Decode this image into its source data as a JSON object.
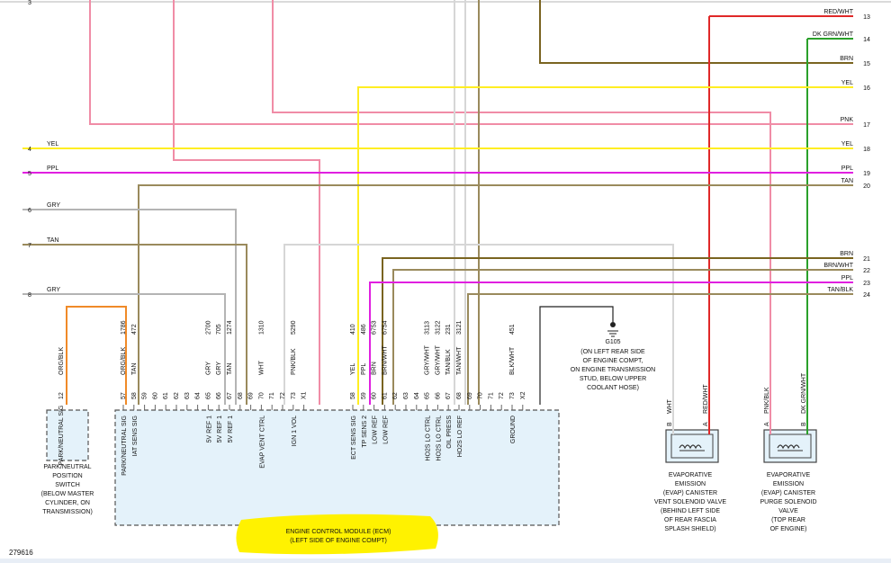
{
  "doc_number": "279616",
  "colors": {
    "yel": "#ffee22",
    "ppl": "#e020e0",
    "pnk": "#f08ca6",
    "tan": "#9a8a5c",
    "brn": "#7a6420",
    "gry": "#b4b4b4",
    "wht": "#d6d6d6",
    "red": "#e02828",
    "dkgrn": "#2aa02a",
    "org": "#f08a28",
    "blk": "#222222",
    "ecm_fill": "#e4f2fa",
    "highlight": "#fff200"
  },
  "left_circuits": [
    {
      "num": "3",
      "label": ""
    },
    {
      "num": "4",
      "label": "YEL"
    },
    {
      "num": "5",
      "label": "PPL"
    },
    {
      "num": "6",
      "label": "GRY"
    },
    {
      "num": "7",
      "label": "TAN"
    },
    {
      "num": "8",
      "label": "GRY"
    }
  ],
  "right_circuits": [
    {
      "num": "13",
      "label": "RED/WHT"
    },
    {
      "num": "14",
      "label": "DK GRN/WHT"
    },
    {
      "num": "15",
      "label": "BRN"
    },
    {
      "num": "16",
      "label": "YEL"
    },
    {
      "num": "17",
      "label": "PNK"
    },
    {
      "num": "18",
      "label": "YEL"
    },
    {
      "num": "19",
      "label": "PPL"
    },
    {
      "num": "20",
      "label": "TAN"
    },
    {
      "num": "21",
      "label": "BRN"
    },
    {
      "num": "22",
      "label": "BRN/WHT"
    },
    {
      "num": "23",
      "label": "PPL"
    },
    {
      "num": "24",
      "label": "TAN/BLK"
    }
  ],
  "park_switch": {
    "wire_color": "ORG/BLK",
    "pin": "12",
    "inside_label": "PARK/NEUTRAL SIG",
    "caption": [
      "PARK/NEUTRAL",
      "POSITION",
      "SWITCH",
      "(BELOW MASTER",
      "CYLINDER, ON",
      "TRANSMISSION)"
    ]
  },
  "ecm": {
    "caption": [
      "ENGINE CONTROL MODULE (ECM)",
      "(LEFT SIDE OF ENGINE COMPT)"
    ],
    "pins": [
      {
        "pin": "57",
        "circuit": "1786",
        "color": "ORG/BLK",
        "func": "PARK/NEUTRAL SIG"
      },
      {
        "pin": "58",
        "circuit": "472",
        "color": "TAN",
        "func": "IAT SENS SIG"
      },
      {
        "pin": "59",
        "circuit": "",
        "color": "",
        "func": ""
      },
      {
        "pin": "60",
        "circuit": "",
        "color": "",
        "func": ""
      },
      {
        "pin": "61",
        "circuit": "",
        "color": "",
        "func": ""
      },
      {
        "pin": "62",
        "circuit": "",
        "color": "",
        "func": ""
      },
      {
        "pin": "63",
        "circuit": "",
        "color": "",
        "func": ""
      },
      {
        "pin": "64",
        "circuit": "",
        "color": "",
        "func": ""
      },
      {
        "pin": "65",
        "circuit": "2700",
        "color": "GRY",
        "func": "5V REF 1"
      },
      {
        "pin": "66",
        "circuit": "705",
        "color": "GRY",
        "func": "5V REF 1"
      },
      {
        "pin": "67",
        "circuit": "1274",
        "color": "TAN",
        "func": "5V REF 1"
      },
      {
        "pin": "68",
        "circuit": "",
        "color": "",
        "func": ""
      },
      {
        "pin": "69",
        "circuit": "",
        "color": "",
        "func": ""
      },
      {
        "pin": "70",
        "circuit": "1310",
        "color": "WHT",
        "func": "EVAP VENT CTRL"
      },
      {
        "pin": "71",
        "circuit": "",
        "color": "",
        "func": ""
      },
      {
        "pin": "72",
        "circuit": "",
        "color": "",
        "func": ""
      },
      {
        "pin": "73",
        "circuit": "5290",
        "color": "PNK/BLK",
        "func": "IGN 1 VOL"
      },
      {
        "pin": "X1",
        "circuit": "",
        "color": "",
        "func": ""
      },
      {
        "pin": "58",
        "circuit": "410",
        "color": "YEL",
        "func": "ECT SENS SIG"
      },
      {
        "pin": "59",
        "circuit": "486",
        "color": "PPL",
        "func": "TP SENS 2"
      },
      {
        "pin": "60",
        "circuit": "6753",
        "color": "BRN",
        "func": "LOW REF"
      },
      {
        "pin": "61",
        "circuit": "6754",
        "color": "BRN/WHT",
        "func": "LOW REF"
      },
      {
        "pin": "62",
        "circuit": "",
        "color": "",
        "func": ""
      },
      {
        "pin": "63",
        "circuit": "",
        "color": "",
        "func": ""
      },
      {
        "pin": "64",
        "circuit": "",
        "color": "",
        "func": ""
      },
      {
        "pin": "65",
        "circuit": "3113",
        "color": "GRY/WHT",
        "func": "HO2S LO CTRL"
      },
      {
        "pin": "66",
        "circuit": "3122",
        "color": "GRY/WHT",
        "func": "HO2S LO CTRL"
      },
      {
        "pin": "67",
        "circuit": "231",
        "color": "TAN/BLK",
        "func": "OIL PRESS"
      },
      {
        "pin": "68",
        "circuit": "3121",
        "color": "TAN/WHT",
        "func": "HO2S LO REF"
      },
      {
        "pin": "69",
        "circuit": "",
        "color": "",
        "func": ""
      },
      {
        "pin": "70",
        "circuit": "",
        "color": "",
        "func": ""
      },
      {
        "pin": "71",
        "circuit": "",
        "color": "",
        "func": ""
      },
      {
        "pin": "72",
        "circuit": "",
        "color": "",
        "func": ""
      },
      {
        "pin": "73",
        "circuit": "451",
        "color": "BLK/WHT",
        "func": "GROUND"
      },
      {
        "pin": "X2",
        "circuit": "",
        "color": "",
        "func": ""
      }
    ]
  },
  "ground": {
    "label": "G105",
    "caption": [
      "(ON LEFT REAR SIDE",
      "OF ENGINE COMPT,",
      "ON ENGINE TRANSMISSION",
      "STUD, BELOW UPPER",
      "COOLANT HOSE)"
    ]
  },
  "vent_valve": {
    "pins": [
      {
        "pin": "B",
        "color": "WHT"
      },
      {
        "pin": "A",
        "color": "RED/WHT"
      }
    ],
    "caption": [
      "EVAPORATIVE",
      "EMISSION",
      "(EVAP) CANISTER",
      "VENT SOLENOID VALVE",
      "(BEHIND LEFT SIDE",
      "OF REAR FASCIA",
      "SPLASH SHIELD)"
    ]
  },
  "purge_valve": {
    "pins": [
      {
        "pin": "A",
        "color": "PNK/BLK"
      },
      {
        "pin": "B",
        "color": "DK GRN/WHT"
      }
    ],
    "caption": [
      "EVAPORATIVE",
      "EMISSION",
      "(EVAP) CANISTER",
      "PURGE SOLENOID",
      "VALVE",
      "(TOP REAR",
      "OF ENGINE)"
    ]
  }
}
